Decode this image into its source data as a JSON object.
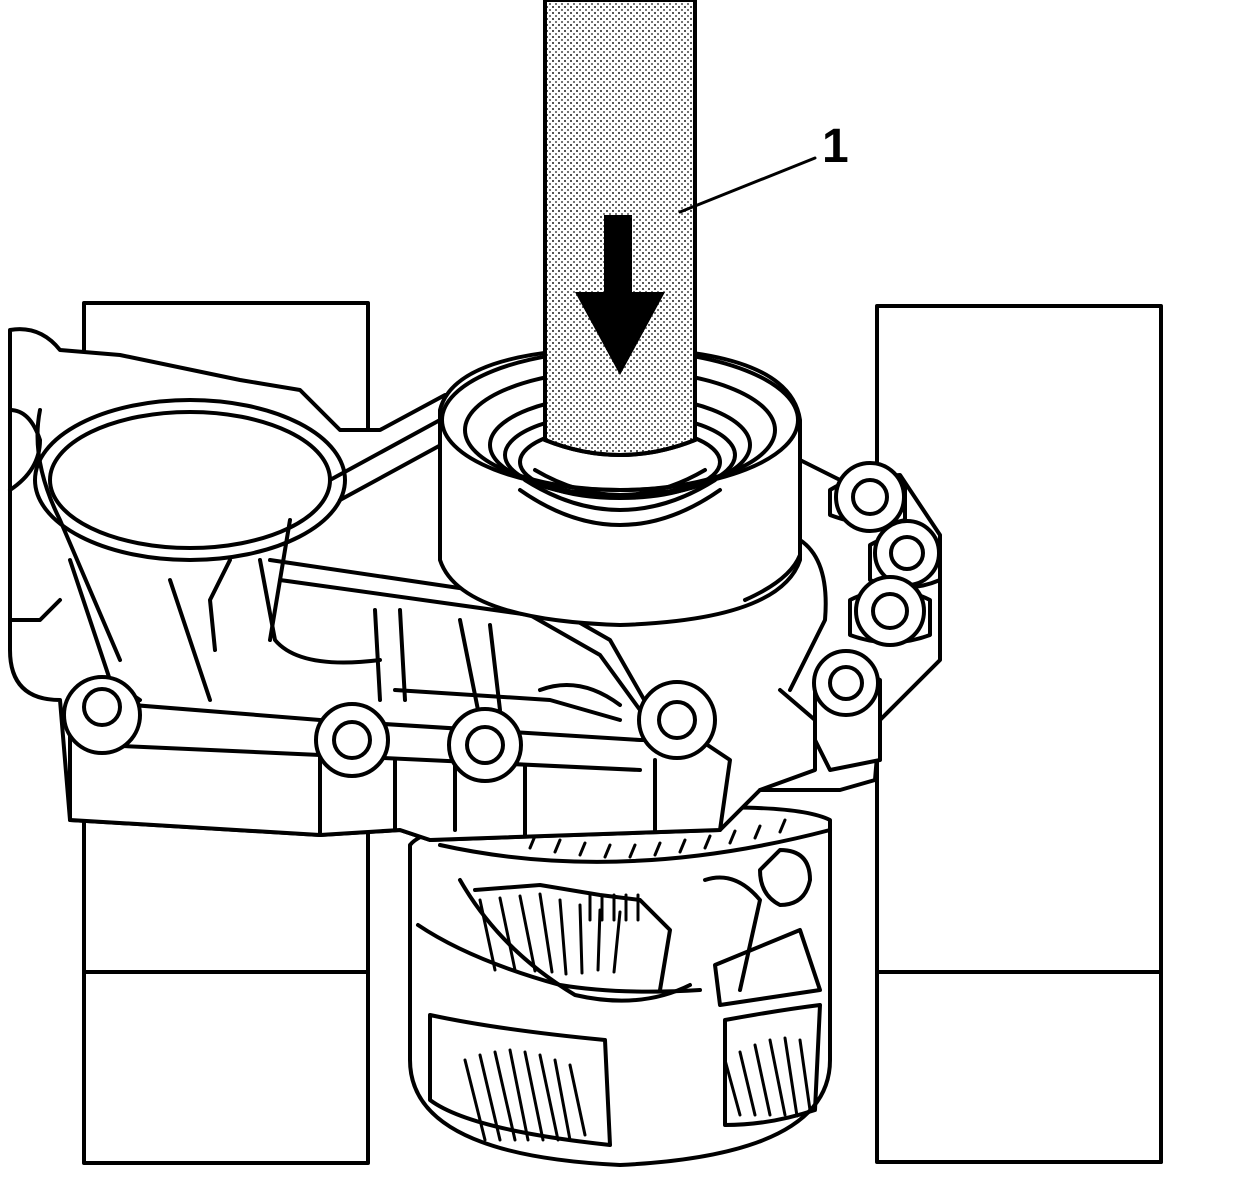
{
  "diagram": {
    "callouts": [
      {
        "id": "1",
        "label": "1",
        "target": "installer-tool"
      }
    ],
    "arrow": {
      "direction": "down",
      "meaning": "press direction"
    },
    "colors": {
      "ink": "#000000",
      "paper": "#ffffff",
      "tool_hatch": "#bdbdbd"
    }
  }
}
